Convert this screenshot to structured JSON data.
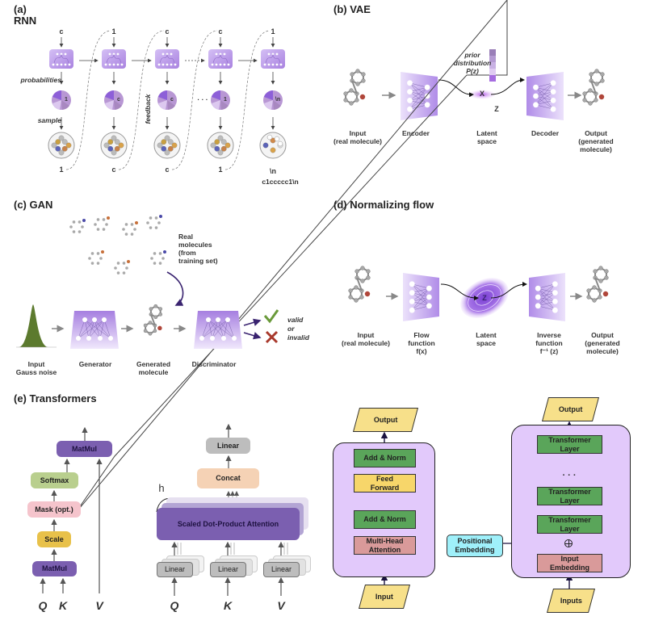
{
  "panels": {
    "a": {
      "tag": "(a)",
      "title": "RNN",
      "inputs": [
        "c",
        "1",
        "c",
        "c",
        "1"
      ],
      "pie_labels": [
        "1",
        "c",
        "c",
        "1",
        "\\n"
      ],
      "outputs": [
        "1",
        "c",
        "c",
        "1",
        "\\n"
      ],
      "final_string": "c1ccccc1\\n",
      "side_labels": {
        "probabilities": "probabilities",
        "sample": "sample",
        "feedback": "feedback"
      },
      "ellipsis": "· · ·"
    },
    "b": {
      "title": "(b) VAE",
      "prior_label": "prior\ndistribution\nP(z)",
      "latent_x": "X",
      "latent_z": "Z",
      "labels": [
        "Input\n(real molecule)",
        "Encoder",
        "Latent\nspace",
        "Decoder",
        "Output\n(generated\nmolecule)"
      ]
    },
    "c": {
      "title": "(c) GAN",
      "real_label": "Real\nmolecules\n(from\ntraining set)",
      "valid": "valid",
      "or": "or",
      "invalid": "invalid",
      "labels": [
        "Input\nGauss noise",
        "Generator",
        "Generated\nmolecule",
        "Discriminator"
      ]
    },
    "d": {
      "title": "(d) Normalizing flow",
      "latent_z": "Z",
      "labels": [
        "Input\n(real molecule)",
        "Flow\nfunction\nf(x)",
        "Latent\nspace",
        "Inverse\nfunction\nf⁻¹ (z)",
        "Output\n(generated\nmolecule)"
      ]
    },
    "e": {
      "title": "(e) Transformers",
      "sdpa": {
        "matmul_top": "MatMul",
        "softmax": "Softmax",
        "mask": "Mask (opt.)",
        "scale": "Scale",
        "matmul_bottom": "MatMul",
        "q": "Q",
        "k": "K",
        "v": "V"
      },
      "mha": {
        "linear_top": "Linear",
        "concat": "Concat",
        "h": "h",
        "attention": "Scaled Dot-Product Attention",
        "linear": "Linear",
        "q": "Q",
        "k": "K",
        "v": "V"
      },
      "block": {
        "output": "Output",
        "add_norm": "Add & Norm",
        "feed_forward": "Feed\nForward",
        "multi_head": "Multi-Head\nAttention",
        "input": "Input"
      },
      "stack": {
        "output": "Output",
        "layer": "Transformer\nLayer",
        "dots": "· · ·",
        "positional": "Positional\nEmbedding",
        "input_embedding": "Input\nEmbedding",
        "inputs": "Inputs"
      }
    }
  },
  "colors": {
    "purple_dark": "#7b5fb0",
    "purple_light": "#d9c8f5",
    "green_box": "#5aa55a",
    "yellow_box": "#f7e08a",
    "pink_box": "#d99a9a",
    "cyan_box": "#9ff0fa",
    "softmax": "#b9cf8e",
    "mask": "#f5c4cc",
    "scale": "#e8c14a",
    "concat": "#f5d2b5",
    "linear_gray": "#bdbdbd",
    "check": "#6a9a3a",
    "cross": "#a8392c",
    "gauss": "#5c7a2e"
  }
}
